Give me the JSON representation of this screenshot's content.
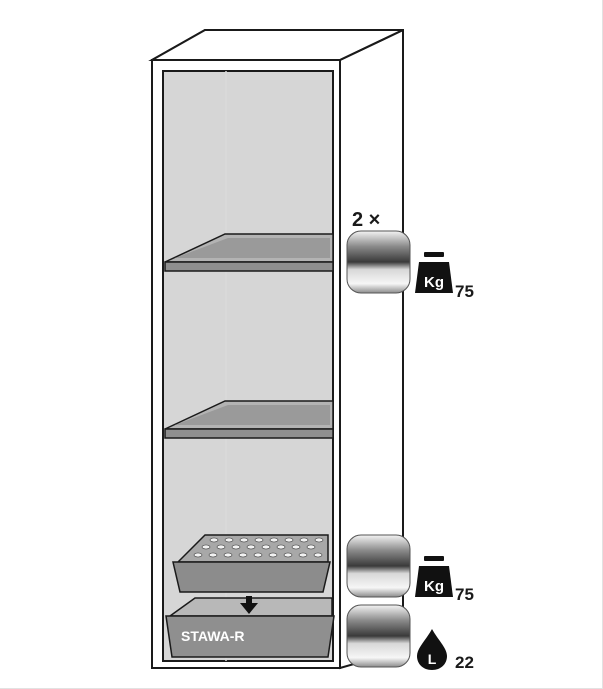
{
  "tray_label": "STAWA-R",
  "shelf_qty": "2 ×",
  "shelf_load": {
    "unit": "Kg",
    "value": "75"
  },
  "grid_load": {
    "unit": "Kg",
    "value": "75"
  },
  "sump_capacity": {
    "unit": "L",
    "value": "22"
  },
  "colors": {
    "outline": "#1a1a1a",
    "interior": "#d6d6d6",
    "shelf": "#9a9a9a",
    "shelf_dark": "#7a7a7a",
    "icon": "#111111"
  },
  "icons": [
    "weight-kg-icon",
    "weight-kg-icon",
    "liquid-drop-icon",
    "arrow-down-icon"
  ]
}
